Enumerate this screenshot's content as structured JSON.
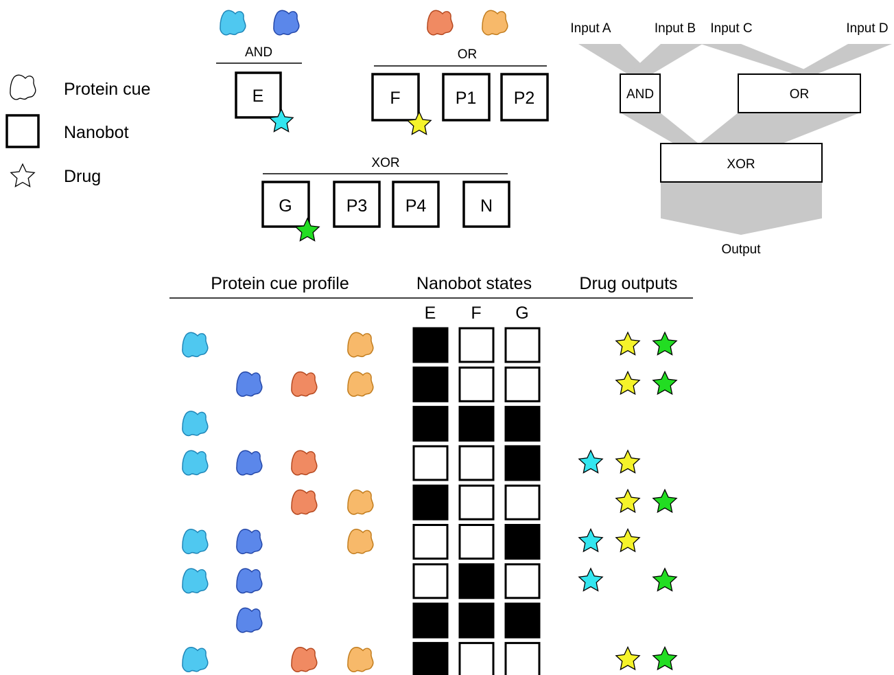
{
  "colors": {
    "cue_a": "#4fc8f0",
    "cue_a_stroke": "#1f86b8",
    "cue_b": "#5b87ea",
    "cue_b_stroke": "#2447a8",
    "cue_c": "#f08a62",
    "cue_c_stroke": "#b5481f",
    "cue_d": "#f7b96a",
    "cue_d_stroke": "#c27d1e",
    "drug_cyan": "#33e6f0",
    "drug_yellow": "#f5f32a",
    "drug_green": "#22dd22",
    "gate_gray": "#c8c8c8"
  },
  "legend": {
    "protein_cue": "Protein cue",
    "nanobot": "Nanobot",
    "drug": "Drug"
  },
  "gates": {
    "and_label": "AND",
    "or_label": "OR",
    "xor_label": "XOR",
    "and_nanobots": [
      "E"
    ],
    "or_nanobots": [
      "F",
      "P1",
      "P2"
    ],
    "xor_nanobots": [
      "G",
      "P3",
      "P4",
      "N"
    ]
  },
  "circuit": {
    "input_a": "Input A",
    "input_b": "Input B",
    "input_c": "Input C",
    "input_d": "Input D",
    "and_gate": "AND",
    "or_gate": "OR",
    "xor_gate": "XOR",
    "output": "Output"
  },
  "table": {
    "header_profile": "Protein cue profile",
    "header_states": "Nanobot states",
    "header_outputs": "Drug outputs",
    "nanobot_cols": [
      "E",
      "F",
      "G"
    ],
    "rows": [
      {
        "cues": [
          1,
          0,
          0,
          1
        ],
        "states": [
          1,
          0,
          0
        ],
        "drugs": [
          0,
          1,
          1
        ]
      },
      {
        "cues": [
          0,
          1,
          1,
          1
        ],
        "states": [
          1,
          0,
          0
        ],
        "drugs": [
          0,
          1,
          1
        ]
      },
      {
        "cues": [
          1,
          0,
          0,
          0
        ],
        "states": [
          1,
          1,
          1
        ],
        "drugs": [
          0,
          0,
          0
        ]
      },
      {
        "cues": [
          1,
          1,
          1,
          0
        ],
        "states": [
          0,
          0,
          1
        ],
        "drugs": [
          1,
          1,
          0
        ]
      },
      {
        "cues": [
          0,
          0,
          1,
          1
        ],
        "states": [
          1,
          0,
          0
        ],
        "drugs": [
          0,
          1,
          1
        ]
      },
      {
        "cues": [
          1,
          1,
          0,
          1
        ],
        "states": [
          0,
          0,
          1
        ],
        "drugs": [
          1,
          1,
          0
        ]
      },
      {
        "cues": [
          1,
          1,
          0,
          0
        ],
        "states": [
          0,
          1,
          0
        ],
        "drugs": [
          1,
          0,
          1
        ]
      },
      {
        "cues": [
          0,
          1,
          0,
          0
        ],
        "states": [
          1,
          1,
          1
        ],
        "drugs": [
          0,
          0,
          0
        ]
      },
      {
        "cues": [
          1,
          0,
          1,
          1
        ],
        "states": [
          1,
          0,
          0
        ],
        "drugs": [
          0,
          1,
          1
        ]
      }
    ]
  }
}
